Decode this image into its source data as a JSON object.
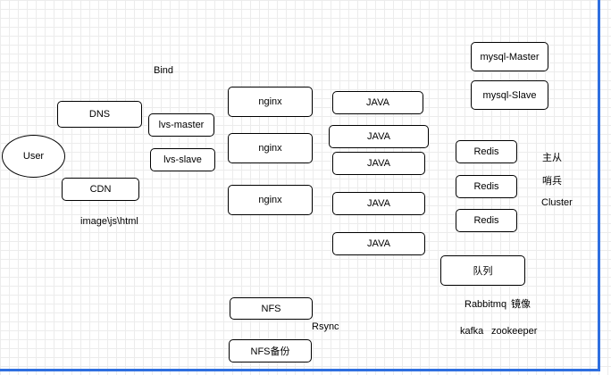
{
  "nodes": {
    "user": "User",
    "dns": "DNS",
    "cdn": "CDN",
    "lvs_master": "lvs-master",
    "lvs_slave": "lvs-slave",
    "nginx_1": "nginx",
    "nginx_2": "nginx",
    "nginx_3": "nginx",
    "java_1": "JAVA",
    "java_2": "JAVA",
    "java_3": "JAVA",
    "java_4": "JAVA",
    "java_5": "JAVA",
    "mysql_master": "mysql-Master",
    "mysql_slave": "mysql-Slave",
    "redis_1": "Redis",
    "redis_2": "Redis",
    "redis_3": "Redis",
    "queue": "队列",
    "nfs": "NFS",
    "nfs_backup": "NFS备份"
  },
  "labels": {
    "bind": "Bind",
    "cdn_content": "image\\js\\html",
    "redis_master_slave": "主从",
    "redis_sentinel": "哨兵",
    "redis_cluster": "Cluster",
    "rabbitmq": "Rabbitmq",
    "rabbitmq_mirror": "镜像",
    "kafka": "kafka",
    "zookeeper": "zookeeper",
    "rsync": "Rsync"
  },
  "colors": {
    "canvas_edge": "#2f6fe0",
    "grid": "#ececec"
  }
}
